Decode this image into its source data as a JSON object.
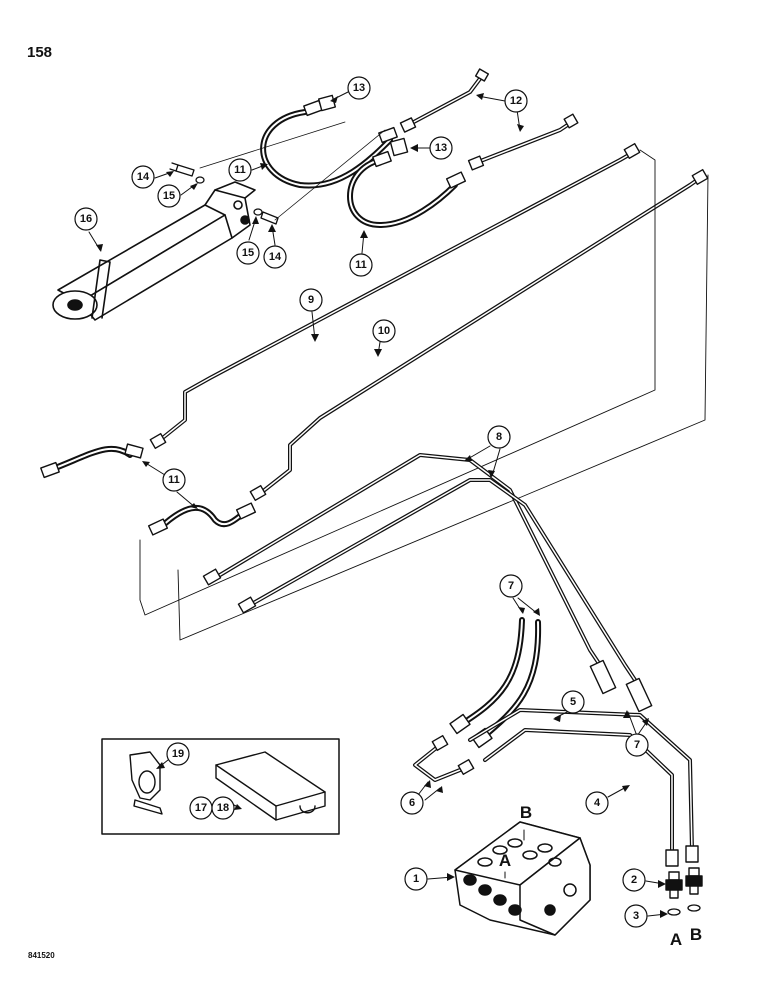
{
  "page_number": "158",
  "drawing_code": "841520",
  "callouts": [
    {
      "id": "c13a",
      "label": "13"
    },
    {
      "id": "c12",
      "label": "12"
    },
    {
      "id": "c14a",
      "label": "14"
    },
    {
      "id": "c11a",
      "label": "11"
    },
    {
      "id": "c13b",
      "label": "13"
    },
    {
      "id": "c15a",
      "label": "15"
    },
    {
      "id": "c16",
      "label": "16"
    },
    {
      "id": "c15b",
      "label": "15"
    },
    {
      "id": "c14b",
      "label": "14"
    },
    {
      "id": "c11b",
      "label": "11"
    },
    {
      "id": "c9",
      "label": "9"
    },
    {
      "id": "c10",
      "label": "10"
    },
    {
      "id": "c8",
      "label": "8"
    },
    {
      "id": "c11c",
      "label": "11"
    },
    {
      "id": "c7a",
      "label": "7"
    },
    {
      "id": "c5",
      "label": "5"
    },
    {
      "id": "c7b",
      "label": "7"
    },
    {
      "id": "c19",
      "label": "19"
    },
    {
      "id": "c6",
      "label": "6"
    },
    {
      "id": "c4",
      "label": "4"
    },
    {
      "id": "c17",
      "label": "17"
    },
    {
      "id": "c18",
      "label": "18"
    },
    {
      "id": "c1",
      "label": "1"
    },
    {
      "id": "c2",
      "label": "2"
    },
    {
      "id": "c3",
      "label": "3"
    }
  ],
  "port_labels": {
    "valve_a": "A",
    "valve_b": "B",
    "fitting_a": "A",
    "fitting_b": "B"
  }
}
